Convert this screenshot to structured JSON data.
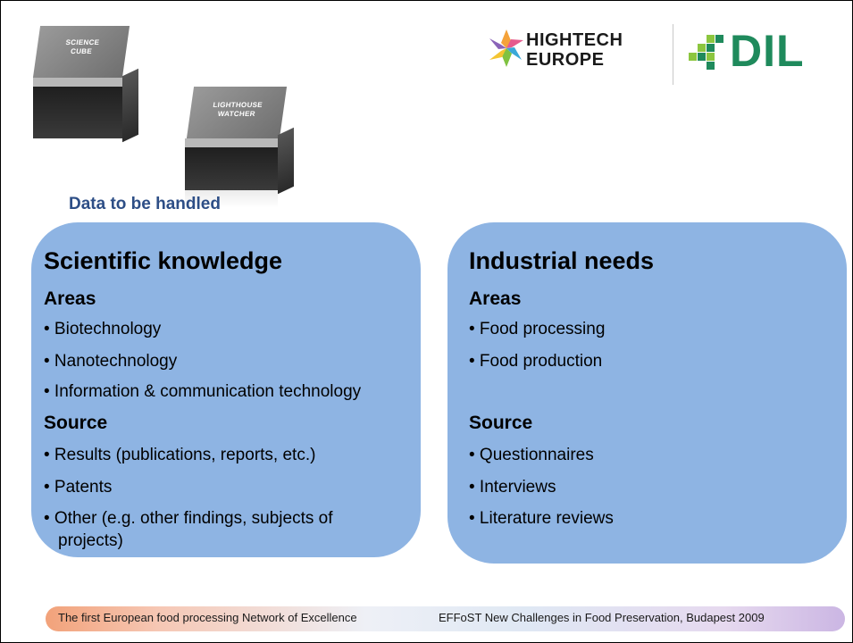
{
  "cubes": {
    "science": {
      "line1": "SCIENCE",
      "line2": "CUBE"
    },
    "lighthouse": {
      "line1": "LIGHTHOUSE",
      "line2": "WATCHER"
    }
  },
  "logos": {
    "hightech_line1": "HIGHTECH",
    "hightech_line2": "EUROPE",
    "dil": "DIL"
  },
  "subtitle": "Data to be handled",
  "left_panel": {
    "title": "Scientific knowledge",
    "areas_heading": "Areas",
    "areas": [
      "• Biotechnology",
      "• Nanotechnology",
      "• Information & communication technology"
    ],
    "source_heading": "Source",
    "sources": [
      "• Results (publications, reports, etc.)",
      "• Patents",
      "• Other (e.g. other findings, subjects of",
      "projects)"
    ]
  },
  "right_panel": {
    "title": "Industrial needs",
    "areas_heading": "Areas",
    "areas": [
      "• Food processing",
      "• Food production"
    ],
    "source_heading": "Source",
    "sources": [
      "• Questionnaires",
      "• Interviews",
      "• Literature reviews"
    ]
  },
  "footer": {
    "left": "The first European food processing Network of Excellence",
    "right": "EFFoST New Challenges in Food Preservation, Budapest 2009"
  },
  "colors": {
    "panel": "#8eb4e3",
    "subtitle": "#2d4e86",
    "dil_green": "#1f8a5c"
  }
}
